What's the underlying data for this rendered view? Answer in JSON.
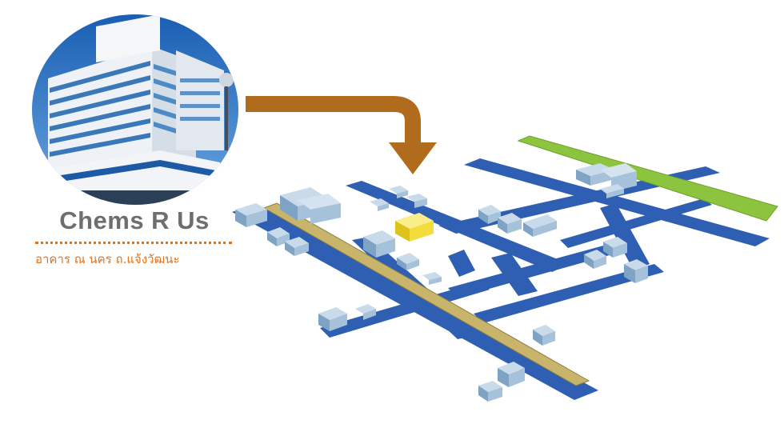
{
  "brand": {
    "name": "Chems R Us",
    "address_th": "อาคาร ณ นคร ถ.แจ้งวัฒนะ"
  },
  "colors": {
    "road": "#2f5fb3",
    "rail_yellow": "#c8b56b",
    "rail_green": "#8cc43f",
    "target_building": "#f2dd3c",
    "building": "#8fb2d0",
    "arrow": "#b06b1d",
    "text_gray": "#6d6e70",
    "text_orange": "#e2731e"
  },
  "icons": {
    "photo": "office-tower-photo",
    "arrow": "location-arrow-icon",
    "target": "target-building-marker"
  }
}
